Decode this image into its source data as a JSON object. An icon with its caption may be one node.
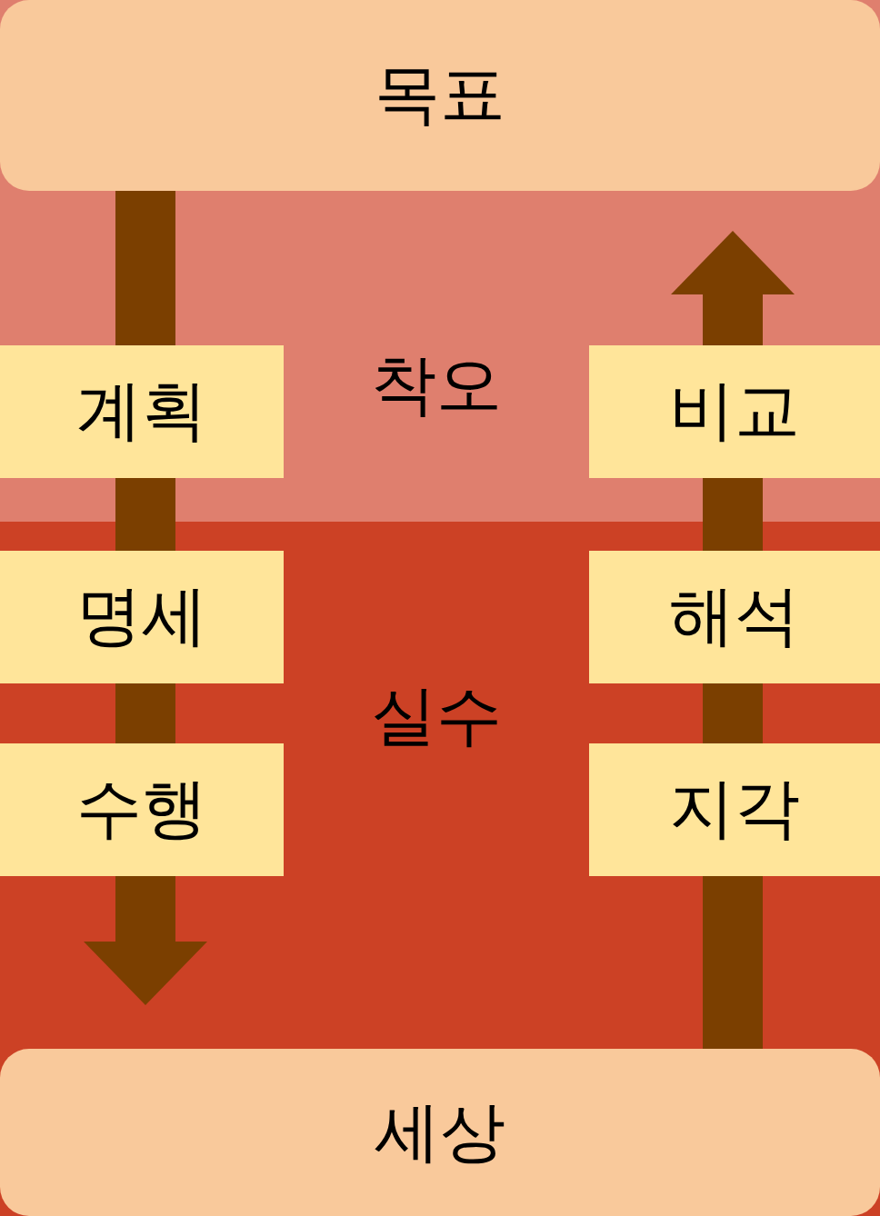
{
  "diagram": {
    "nodes": [
      {
        "text": [
          "착오"
        ]
      },
      {
        "text": [
          "목표"
        ]
      },
      {
        "text": [
          "계획"
        ],
        "in": 0
      },
      {
        "text": [
          "비교"
        ],
        "in": 0
      },
      {
        "text": [
          "실수"
        ]
      },
      {
        "text": [
          "명세"
        ],
        "in": 4
      },
      {
        "text": [
          "해석"
        ],
        "in": 4
      },
      {
        "text": [
          "수행"
        ],
        "in": 4
      },
      {
        "text": [
          "지각"
        ],
        "in": 4
      },
      {
        "text": [
          "세상"
        ],
        "in": 4
      }
    ],
    "edges": [
      {
        "from": 1,
        "to": 2,
        "arrow": "none"
      },
      {
        "from": 2,
        "to": 5,
        "arrow": "none"
      },
      {
        "from": 5,
        "to": 7,
        "arrow": "none"
      },
      {
        "from": 7,
        "to": 9,
        "arrow": "to"
      },
      {
        "from": 9,
        "to": 8,
        "arrow": "none"
      },
      {
        "from": 8,
        "to": 6,
        "arrow": "none"
      },
      {
        "from": 6,
        "to": 3,
        "arrow": "none"
      },
      {
        "from": 3,
        "to": 1,
        "arrow": "to"
      }
    ]
  }
}
